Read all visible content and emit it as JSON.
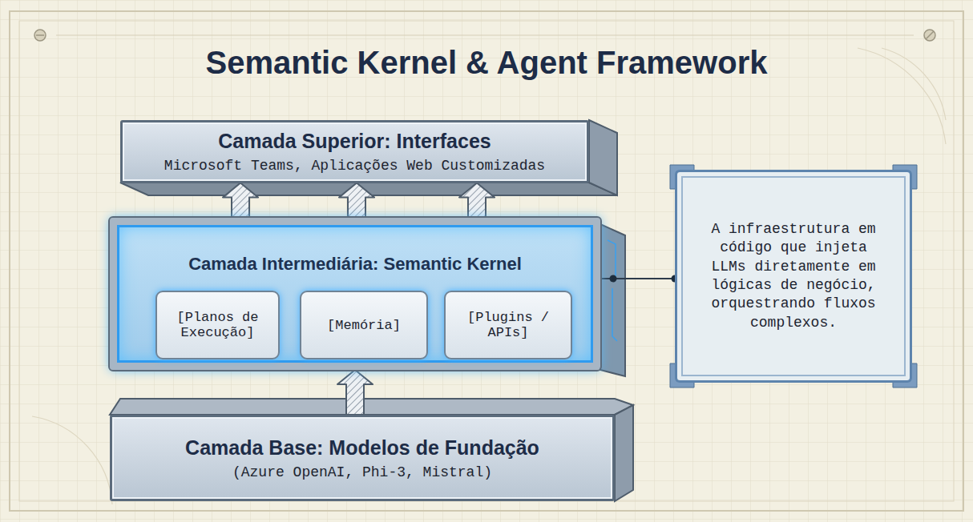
{
  "diagram": {
    "title": "Semantic Kernel & Agent Framework",
    "nodes": [
      {
        "text": [
          "Camada Superior: Interfaces",
          "Microsoft Teams, Aplicações Web Customizadas"
        ]
      },
      {
        "text": [
          "Camada Intermediária: Semantic Kernel"
        ]
      },
      {
        "text": [
          "[Planos de Execução]"
        ],
        "in": 1
      },
      {
        "text": [
          "[Memória]"
        ],
        "in": 1
      },
      {
        "text": [
          "[Plugins / APIs]"
        ],
        "in": 1
      },
      {
        "text": [
          "Camada Base: Modelos de Fundação",
          "(Azure OpenAI, Phi-3, Mistral)"
        ]
      },
      {
        "text": [
          "A infraestrutura em código que injeta LLMs diretamente em lógicas de negócio, orquestrando fluxos complexos."
        ]
      }
    ],
    "edges": [
      {
        "from": 1,
        "to": 0,
        "arrow": "to"
      },
      {
        "from": 1,
        "to": 0,
        "arrow": "to"
      },
      {
        "from": 1,
        "to": 0,
        "arrow": "to"
      },
      {
        "from": 5,
        "to": 1,
        "arrow": "to"
      },
      {
        "from": 6,
        "to": 1,
        "arrow": "none"
      }
    ]
  }
}
